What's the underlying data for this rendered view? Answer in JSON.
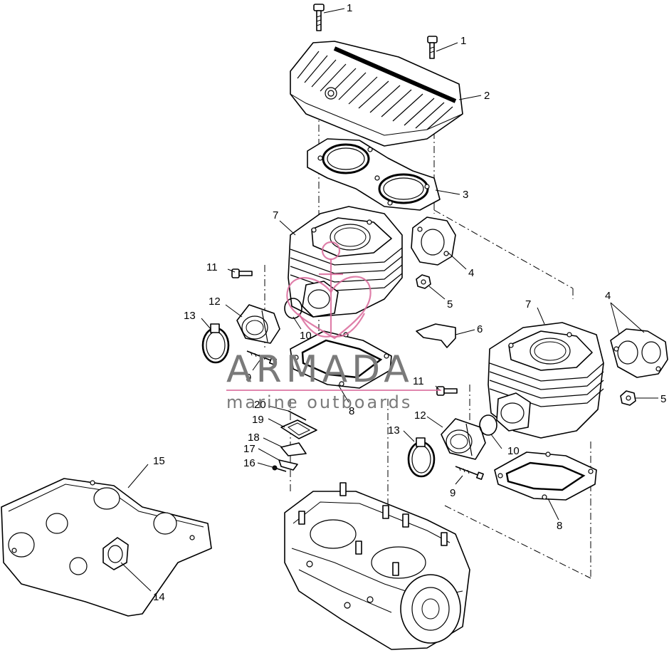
{
  "watermark": {
    "brand": "ARMADA",
    "tagline": "marine outboards",
    "logo_icon": "anchor-heart-icon",
    "accent_color": "#d9689a"
  },
  "callouts": [
    "1",
    "1",
    "2",
    "3",
    "7",
    "4",
    "11",
    "5",
    "12",
    "13",
    "10",
    "6",
    "4",
    "7",
    "9",
    "8",
    "5",
    "11",
    "20",
    "19",
    "12",
    "13",
    "10",
    "18",
    "17",
    "16",
    "9",
    "15",
    "8",
    "14"
  ]
}
